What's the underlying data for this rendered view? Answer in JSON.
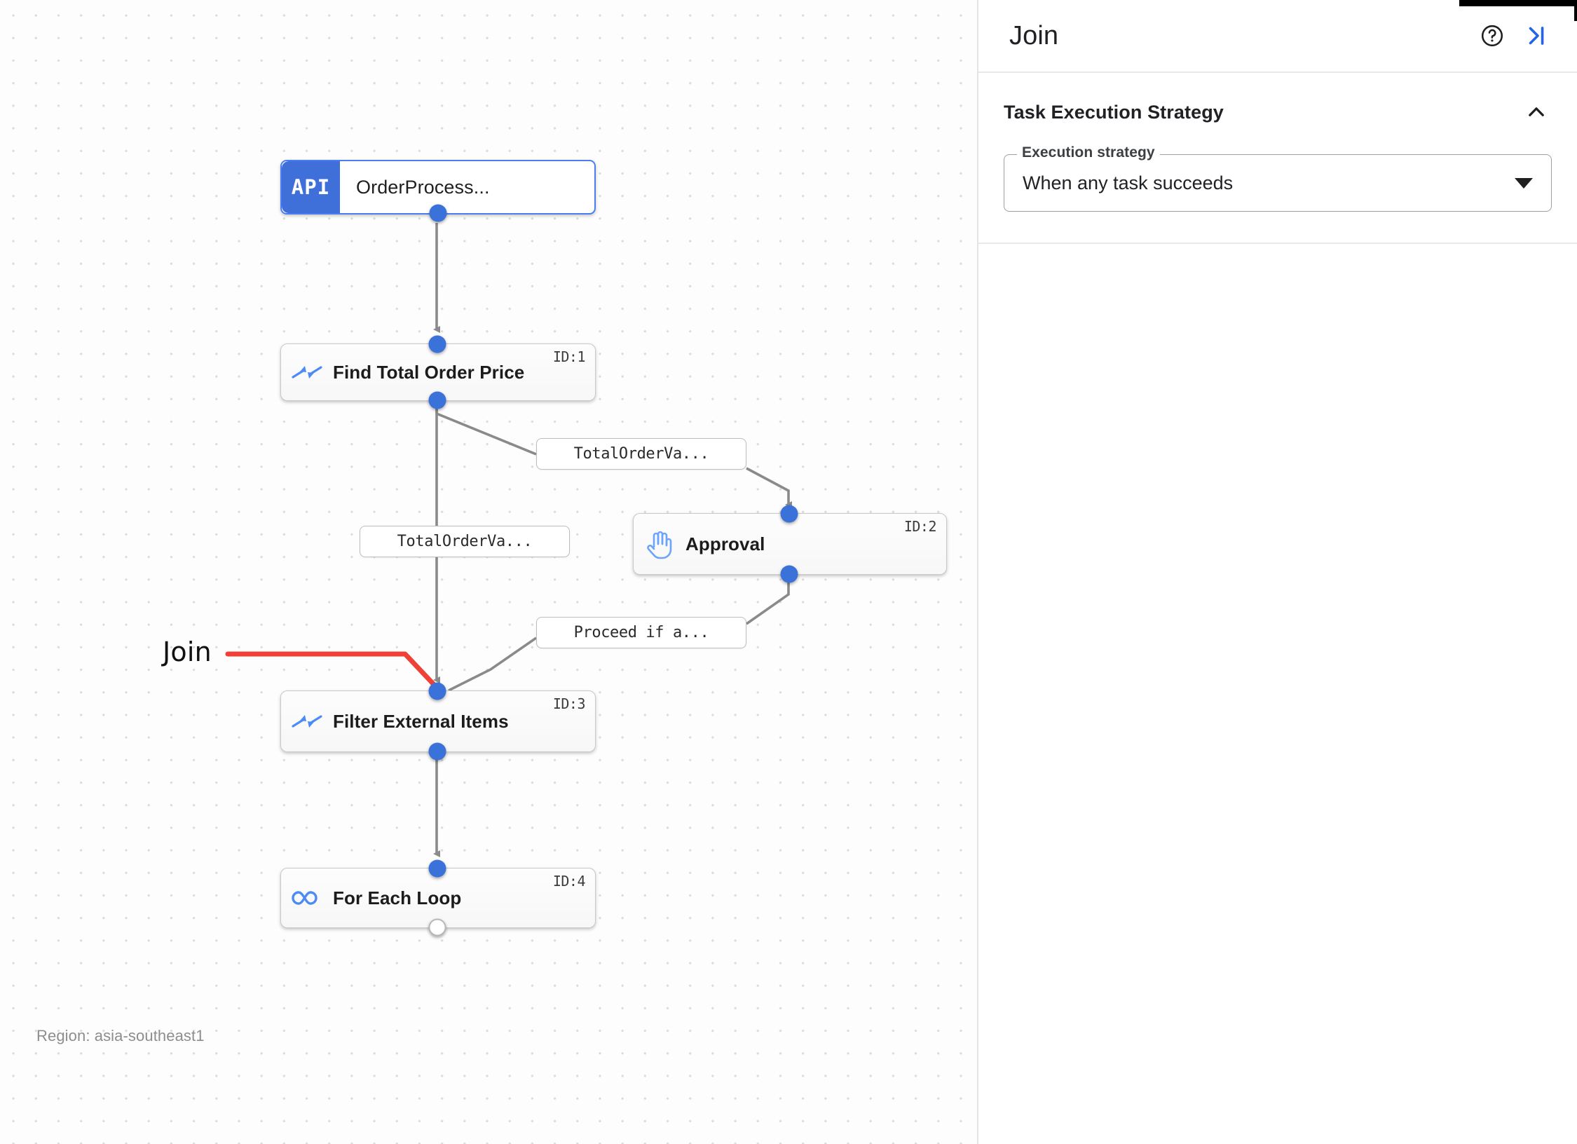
{
  "canvas": {
    "region_label": "Region: asia-southeast1",
    "annotation": {
      "label": "Join",
      "arrow_color": "#ef4136"
    },
    "nodes": [
      {
        "key": "order_process",
        "type": "api",
        "badge": "API",
        "label": "OrderProcess...",
        "id_label": "",
        "icon": "api-badge-icon"
      },
      {
        "key": "find_total_order_price",
        "type": "task",
        "label": "Find Total Order Price",
        "id_label": "ID:1",
        "icon": "merge-arrows-icon"
      },
      {
        "key": "approval",
        "type": "task",
        "label": "Approval",
        "id_label": "ID:2",
        "icon": "hand-raised-icon"
      },
      {
        "key": "filter_external_items",
        "type": "task",
        "label": "Filter External Items",
        "id_label": "ID:3",
        "icon": "merge-arrows-icon"
      },
      {
        "key": "for_each_loop",
        "type": "task",
        "label": "For Each Loop",
        "id_label": "ID:4",
        "icon": "infinity-loop-icon"
      }
    ],
    "edge_labels": [
      {
        "key": "to_approval",
        "text": "TotalOrderVa..."
      },
      {
        "key": "to_filter_direct",
        "text": "TotalOrderVa..."
      },
      {
        "key": "approval_out",
        "text": "Proceed if a..."
      }
    ],
    "colors": {
      "node_port": "#3b72d9",
      "api_badge": "#3f6fd8",
      "icon_blue": "#4c8bf5",
      "edge": "#868686",
      "grid_dot": "#dcdcdc"
    }
  },
  "panel": {
    "title": "Join",
    "help_icon": "help-circle-icon",
    "collapse_icon": "collapse-panel-icon",
    "sections": [
      {
        "key": "task_execution_strategy",
        "title": "Task Execution Strategy",
        "expanded": true,
        "chevron_icon": "chevron-up-icon",
        "fields": [
          {
            "key": "execution_strategy",
            "legend": "Execution strategy",
            "value": "When any task succeeds",
            "control": "select",
            "caret_icon": "caret-down-icon"
          }
        ]
      }
    ]
  }
}
